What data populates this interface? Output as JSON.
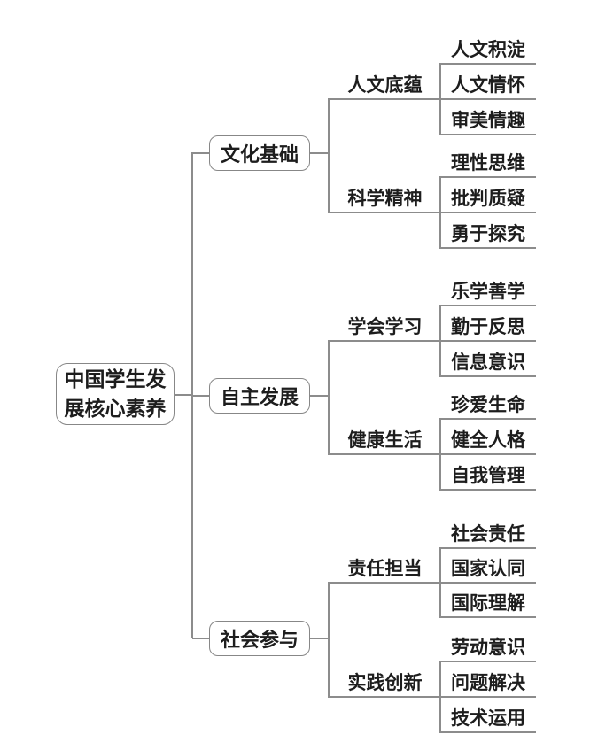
{
  "diagram": {
    "title": "中国学生发展核心素养",
    "background_color": "#ffffff",
    "line_color": "#8c8c8c",
    "text_color": "#1d1d1d",
    "root": {
      "label": "中国学生发展核心素养"
    },
    "branches": [
      {
        "label": "文化基础",
        "children": [
          {
            "label": "人文底蕴",
            "children": [
              {
                "label": "人文积淀"
              },
              {
                "label": "人文情怀"
              },
              {
                "label": "审美情趣"
              }
            ]
          },
          {
            "label": "科学精神",
            "children": [
              {
                "label": "理性思维"
              },
              {
                "label": "批判质疑"
              },
              {
                "label": "勇于探究"
              }
            ]
          }
        ]
      },
      {
        "label": "自主发展",
        "children": [
          {
            "label": "学会学习",
            "children": [
              {
                "label": "乐学善学"
              },
              {
                "label": "勤于反思"
              },
              {
                "label": "信息意识"
              }
            ]
          },
          {
            "label": "健康生活",
            "children": [
              {
                "label": "珍爱生命"
              },
              {
                "label": "健全人格"
              },
              {
                "label": "自我管理"
              }
            ]
          }
        ]
      },
      {
        "label": "社会参与",
        "children": [
          {
            "label": "责任担当",
            "children": [
              {
                "label": "社会责任"
              },
              {
                "label": "国家认同"
              },
              {
                "label": "国际理解"
              }
            ]
          },
          {
            "label": "实践创新",
            "children": [
              {
                "label": "劳动意识"
              },
              {
                "label": "问题解决"
              },
              {
                "label": "技术运用"
              }
            ]
          }
        ]
      }
    ]
  }
}
